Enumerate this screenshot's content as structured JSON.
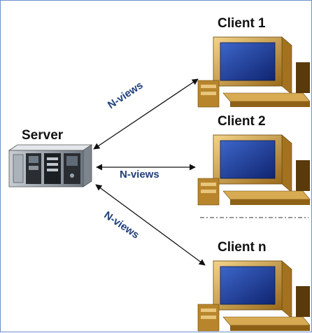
{
  "diagram": {
    "server": {
      "label": "Server"
    },
    "clients": [
      {
        "label": "Client 1"
      },
      {
        "label": "Client 2"
      },
      {
        "label": "Client n"
      }
    ],
    "edges": [
      {
        "label": "N-views"
      },
      {
        "label": "N-views"
      },
      {
        "label": "N-views"
      }
    ],
    "colors": {
      "border": "#6f8fc8",
      "edge_label": "#1f3f7a",
      "monitor_case": "#c99a3a",
      "monitor_screen": "#1f3b8f",
      "server_body": "#9aa2aa"
    }
  }
}
